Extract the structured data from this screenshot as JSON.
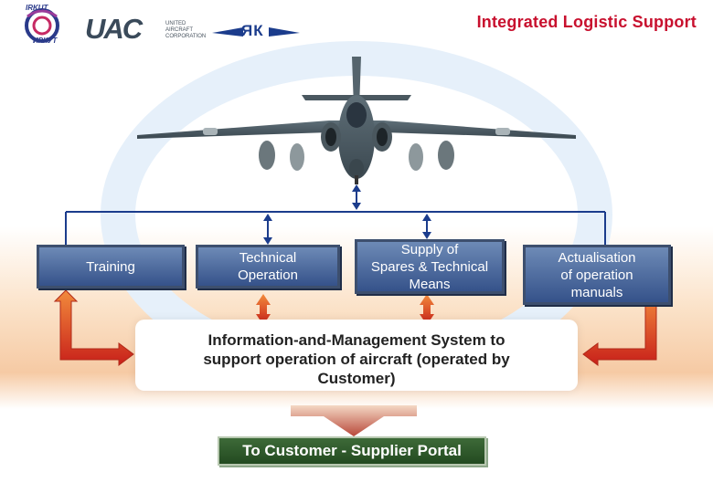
{
  "header": {
    "title": "Integrated Logistic Support",
    "logos": {
      "irkut_top": "IRKUT",
      "irkut_bottom": "ИРКУТ",
      "uac_mark": "UAC",
      "uac_line1": "UNITED",
      "uac_line2": "AIRCRAFT",
      "uac_line3": "CORPORATION",
      "yak_mark": "ЯК"
    }
  },
  "boxes": {
    "training": "Training",
    "technical_operation_1": "Technical",
    "technical_operation_2": "Operation",
    "supply_1": "Supply of",
    "supply_2": "Spares & Technical",
    "supply_3": "Means",
    "actualisation_1": "Actualisation",
    "actualisation_2": "of operation",
    "actualisation_3": "manuals"
  },
  "ims": {
    "line1": "Information-and-Management System to",
    "line2": "support operation of aircraft (operated by",
    "line3": "Customer)"
  },
  "portal": {
    "label": "To Customer - Supplier Portal"
  },
  "colors": {
    "title": "#c8102e",
    "box_fill": "#35528a",
    "arrow_red": "#d9341e",
    "arrow_orange": "#e8852a",
    "connector_blue": "#1b3c8c",
    "portal_green": "#234a20"
  }
}
